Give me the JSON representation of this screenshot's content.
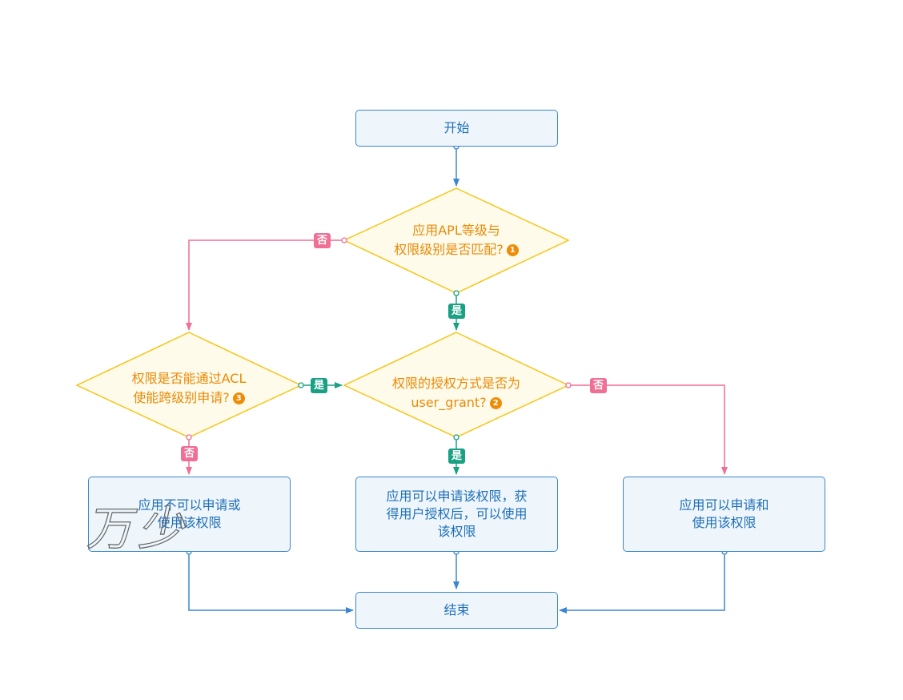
{
  "nodes": {
    "start": "开始",
    "decision1": {
      "line1": "应用APL等级与",
      "line2": "权限级别是否匹配?",
      "badge": "1"
    },
    "decision2": {
      "line1": "权限的授权方式是否为",
      "line2": "user_grant?",
      "badge": "2"
    },
    "decision3": {
      "line1": "权限是否能通过ACL",
      "line2": "使能跨级别申请?",
      "badge": "3"
    },
    "result_cannot": {
      "line1": "应用不可以申请或",
      "line2": "使用该权限"
    },
    "result_user_grant": {
      "line1": "应用可以申请该权限，获",
      "line2": "得用户授权后，可以使用",
      "line3": "该权限"
    },
    "result_can": {
      "line1": "应用可以申请和",
      "line2": "使用该权限"
    },
    "end": "结束"
  },
  "edge_labels": {
    "d1_no": "否",
    "d1_yes": "是",
    "d2_no": "否",
    "d2_yes": "是",
    "d3_yes": "是",
    "d3_no": "否"
  },
  "watermark": "万少",
  "colors": {
    "box_border": "#3b86d1",
    "box_fill": "#eef6fc",
    "box_text": "#1f6fb8",
    "decision_border": "#f5c518",
    "decision_fill": "#fffbeb",
    "decision_text": "#e98a06",
    "yes_edge": "#1aa183",
    "no_edge": "#ef6f95",
    "flow_edge": "#3b86d1"
  }
}
